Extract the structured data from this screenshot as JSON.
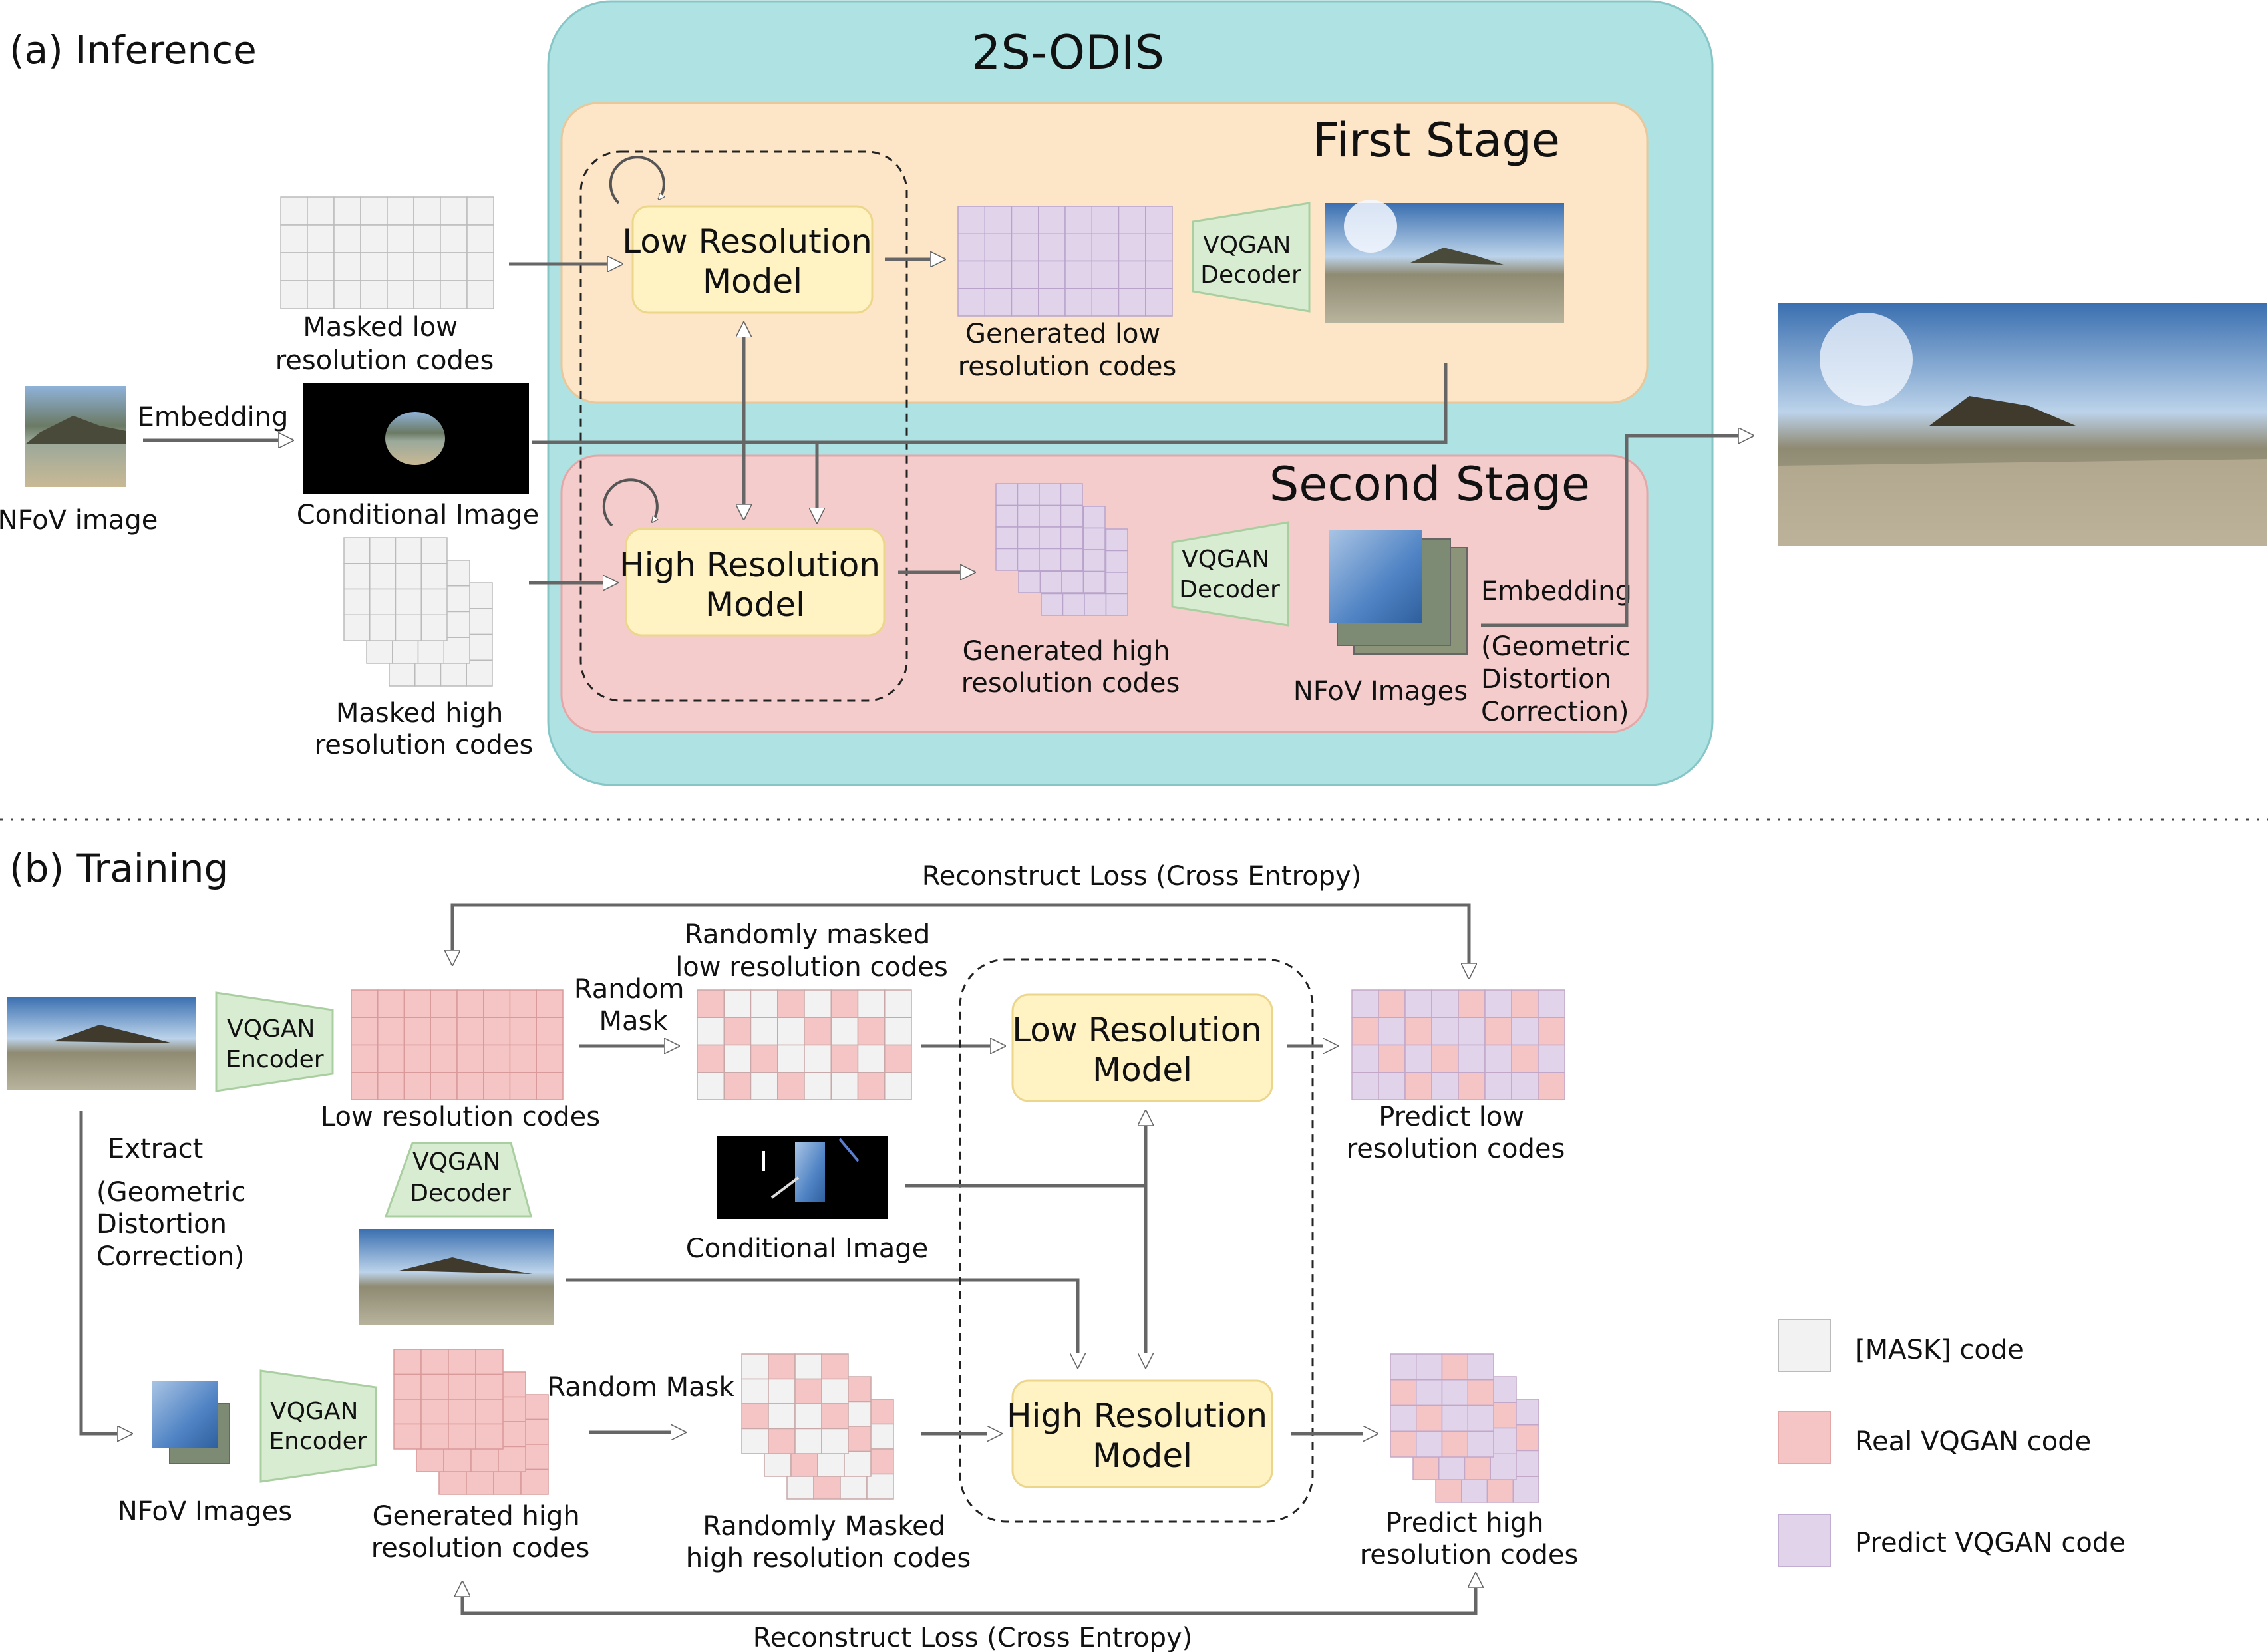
{
  "inference": {
    "section_label": "(a) Inference",
    "system_title": "2S-ODIS",
    "first_stage_title": "First Stage",
    "second_stage_title": "Second Stage",
    "low_model": [
      "Low Resolution",
      "Model"
    ],
    "high_model": [
      "High Resolution",
      "Model"
    ],
    "masked_low": [
      "Masked low",
      "resolution codes"
    ],
    "masked_high": [
      "Masked high",
      "resolution codes"
    ],
    "generated_low": [
      "Generated low",
      "resolution codes"
    ],
    "generated_high": [
      "Generated high",
      "resolution codes"
    ],
    "vqgan_decoder": [
      "VQGAN",
      "Decoder"
    ],
    "embedding": "Embedding",
    "nfov_image": "NFoV image",
    "conditional_image": "Conditional Image",
    "nfov_images": "NFoV Images",
    "embedding_geo": [
      "Embedding",
      "(Geometric",
      "Distortion",
      "Correction)"
    ]
  },
  "training": {
    "section_label": "(b) Training",
    "loss_top": "Reconstruct Loss (Cross Entropy)",
    "loss_bottom": "Reconstruct Loss (Cross Entropy)",
    "vqgan_encoder": [
      "VQGAN",
      "Encoder"
    ],
    "vqgan_decoder": [
      "VQGAN",
      "Decoder"
    ],
    "low_codes": "Low resolution codes",
    "random_mask": [
      "Random",
      "Mask"
    ],
    "random_mask_inline": "Random Mask",
    "rand_masked_low": [
      "Randomly masked",
      "low resolution codes"
    ],
    "low_model": [
      "Low Resolution",
      "Model"
    ],
    "high_model": [
      "High Resolution",
      "Model"
    ],
    "predict_low": [
      "Predict low",
      "resolution codes"
    ],
    "extract": [
      "Extract",
      "(Geometric",
      "Distortion",
      "Correction)"
    ],
    "conditional_image": "Conditional Image",
    "nfov_images": "NFoV Images",
    "generated_high": [
      "Generated high",
      "resolution codes"
    ],
    "rand_masked_high": [
      "Randomly Masked",
      "high resolution codes"
    ],
    "predict_high": [
      "Predict high",
      "resolution codes"
    ]
  },
  "legend": {
    "items": [
      {
        "label": "[MASK] code",
        "color": "#f2f2f2"
      },
      {
        "label": "Real VQGAN code",
        "color": "#f5c4c4"
      },
      {
        "label": "Predict VQGAN code",
        "color": "#e0d3ea"
      }
    ]
  },
  "colors": {
    "outer": "#aee2e3",
    "first_stage": "#fde5c8",
    "second_stage": "#f5cccc",
    "model_box": "#fff3c4",
    "decoder": "#d8ecd2",
    "mask": "#f2f2f2",
    "real": "#f5c4c4",
    "predict": "#e0d3ea"
  }
}
